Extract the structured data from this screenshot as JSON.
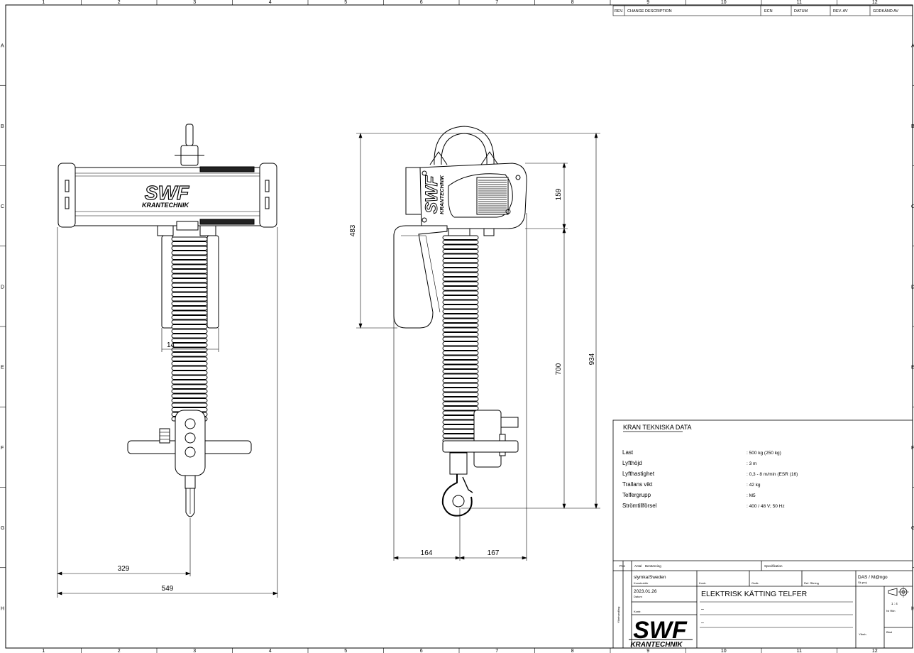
{
  "sheet": {
    "column_markers": [
      "1",
      "2",
      "3",
      "4",
      "5",
      "6",
      "7",
      "8",
      "9",
      "10",
      "11",
      "12"
    ],
    "row_markers": [
      "A",
      "B",
      "C",
      "D",
      "E",
      "F",
      "G",
      "H"
    ]
  },
  "revision_table": {
    "headers": [
      "REV.",
      "CHANGE DESCRIPTION",
      "ECN",
      "DATUM",
      "REV. AV",
      "GODKÄND AV"
    ]
  },
  "front_view": {
    "brand": "SWF",
    "brand_sub": "KRANTECHNIK",
    "dimensions": {
      "inner_width": "14",
      "hook_offset": "329",
      "overall_width": "549"
    }
  },
  "side_view": {
    "brand": "SWF",
    "brand_sub": "KRANTECHNIK",
    "dimensions": {
      "body_height": "159",
      "left_height": "483",
      "travel_height": "700",
      "overall_height": "934",
      "left_depth": "164",
      "right_depth": "167"
    }
  },
  "tech_data": {
    "title": "KRAN TEKNISKA DATA",
    "rows": [
      {
        "label": "Last",
        "value": ": 500 kg (250 kg)"
      },
      {
        "label": "Lyfthöjd",
        "value": ": 3 m"
      },
      {
        "label": "Lyfthastighet",
        "value": ": 0,3 - 8 m/min (ESR (16)"
      },
      {
        "label": "Trallans vikt",
        "value": ": 42 kg"
      },
      {
        "label": "Telfergrupp",
        "value": ": M5"
      },
      {
        "label": "Strömtillförsel",
        "value": ": 400 / 48 V; 50 Hz"
      }
    ]
  },
  "title_block": {
    "header_labels": {
      "pos": "Pos",
      "antal": "Antal",
      "benamning": "Benämning",
      "specifikation": "Specifikation"
    },
    "designer": "slymka/Sweden",
    "designer_label": "Konstruktör",
    "date": "2023.01.26",
    "date_label": "Datum",
    "kontr_label": "Kontr.",
    "godk_label": "Godk.",
    "ref_label": "Ref. Ritning",
    "project": "DAS / M@ngo",
    "project_label": "Sk.proj",
    "title": "ELEKTRISK KÄTTING TELFER",
    "line2": "–",
    "line3": "–",
    "scale": "1 : 4",
    "drawing_no_label": "Nr Ritn",
    "sheet_label": "Blad",
    "side_label": "Ytbehandling",
    "logo_top": "SWF",
    "logo_bottom": "KRANTECHNIK",
    "ytbeh_label": "Ytbeh."
  }
}
